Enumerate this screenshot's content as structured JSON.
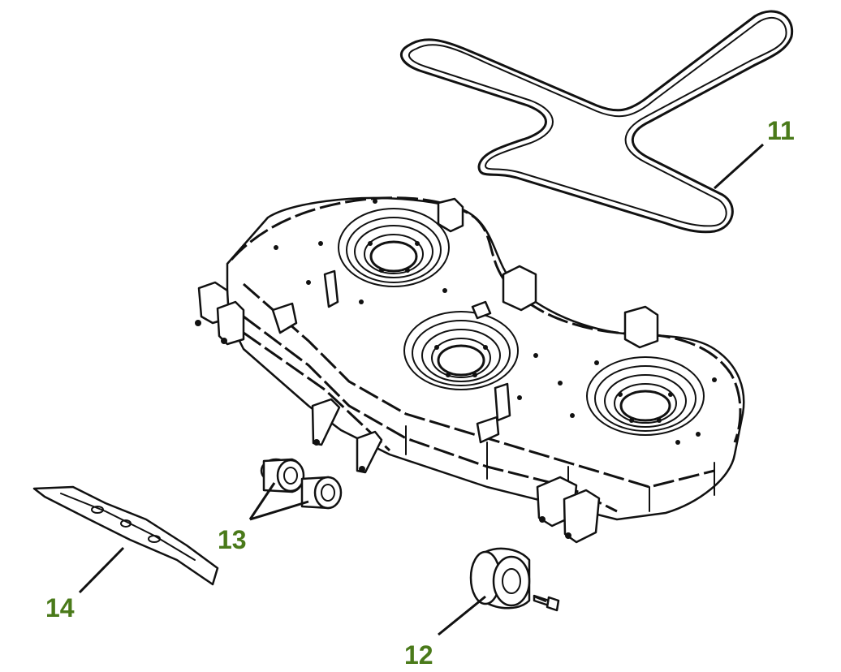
{
  "colors": {
    "callout": "#4a7a1a",
    "line": "#111111",
    "background": "#ffffff"
  },
  "callouts": [
    {
      "number": "11",
      "part": "belt"
    },
    {
      "number": "12",
      "part": "deck-wheel"
    },
    {
      "number": "13",
      "part": "rollers"
    },
    {
      "number": "14",
      "part": "mower-blade"
    }
  ]
}
